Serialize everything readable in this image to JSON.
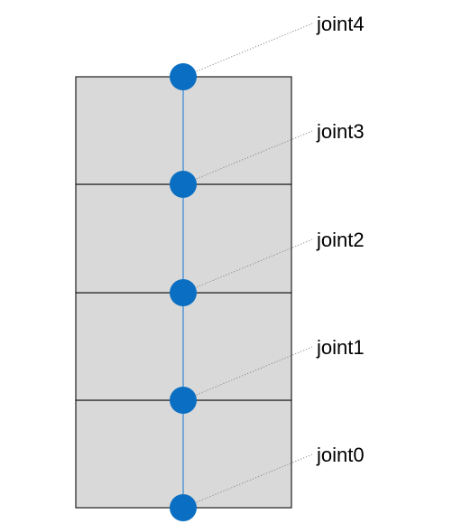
{
  "joints": [
    {
      "label": "joint0"
    },
    {
      "label": "joint1"
    },
    {
      "label": "joint2"
    },
    {
      "label": "joint3"
    },
    {
      "label": "joint4"
    }
  ],
  "colors": {
    "joint": "#0a6fc2",
    "bone": "#5b9bd5",
    "segment_fill": "#d9d9d9",
    "segment_border": "#1f1f1f"
  }
}
